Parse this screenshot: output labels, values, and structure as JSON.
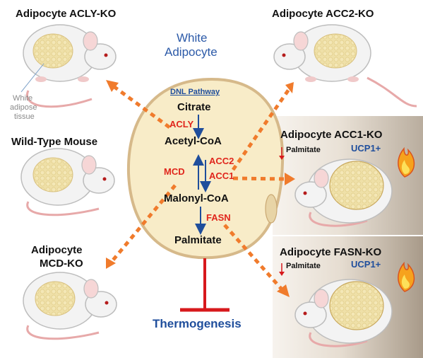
{
  "cell": {
    "title_line1": "White",
    "title_line2": "Adipocyte",
    "pathway_label": "DNL Pathway"
  },
  "metabolites": {
    "citrate": "Citrate",
    "acetyl_coa": "Acetyl-CoA",
    "malonyl_coa": "Malonyl-CoA",
    "palmitate": "Palmitate"
  },
  "enzymes": {
    "acly": "ACLY",
    "acc2": "ACC2",
    "acc1": "ACC1",
    "mcd": "MCD",
    "fasn": "FASN"
  },
  "outcome": "Thermogenesis",
  "mice": {
    "acly_ko": "Adipocyte ACLY-KO",
    "acc2_ko": "Adipocyte ACC2-KO",
    "wild_type": "Wild-Type Mouse",
    "mcd_ko_line1": "Adipocyte",
    "mcd_ko_line2": "MCD-KO",
    "acc1_ko": "Adipocyte ACC1-KO",
    "fasn_ko": "Adipocyte FASN-KO"
  },
  "annotations": {
    "white_adipose_line1": "White",
    "white_adipose_line2": "adipose",
    "white_adipose_line3": "tissue",
    "palmitate_down": "Palmitate",
    "ucp1_up": "UCP1+"
  },
  "colors": {
    "enzyme_red": "#e0261c",
    "pathway_blue": "#1f4e9c",
    "dashed_orange": "#f07b2c",
    "inhibit_red": "#d7191c",
    "cell_fill": "#f8ecc8",
    "cell_stroke": "#d6b98a"
  }
}
